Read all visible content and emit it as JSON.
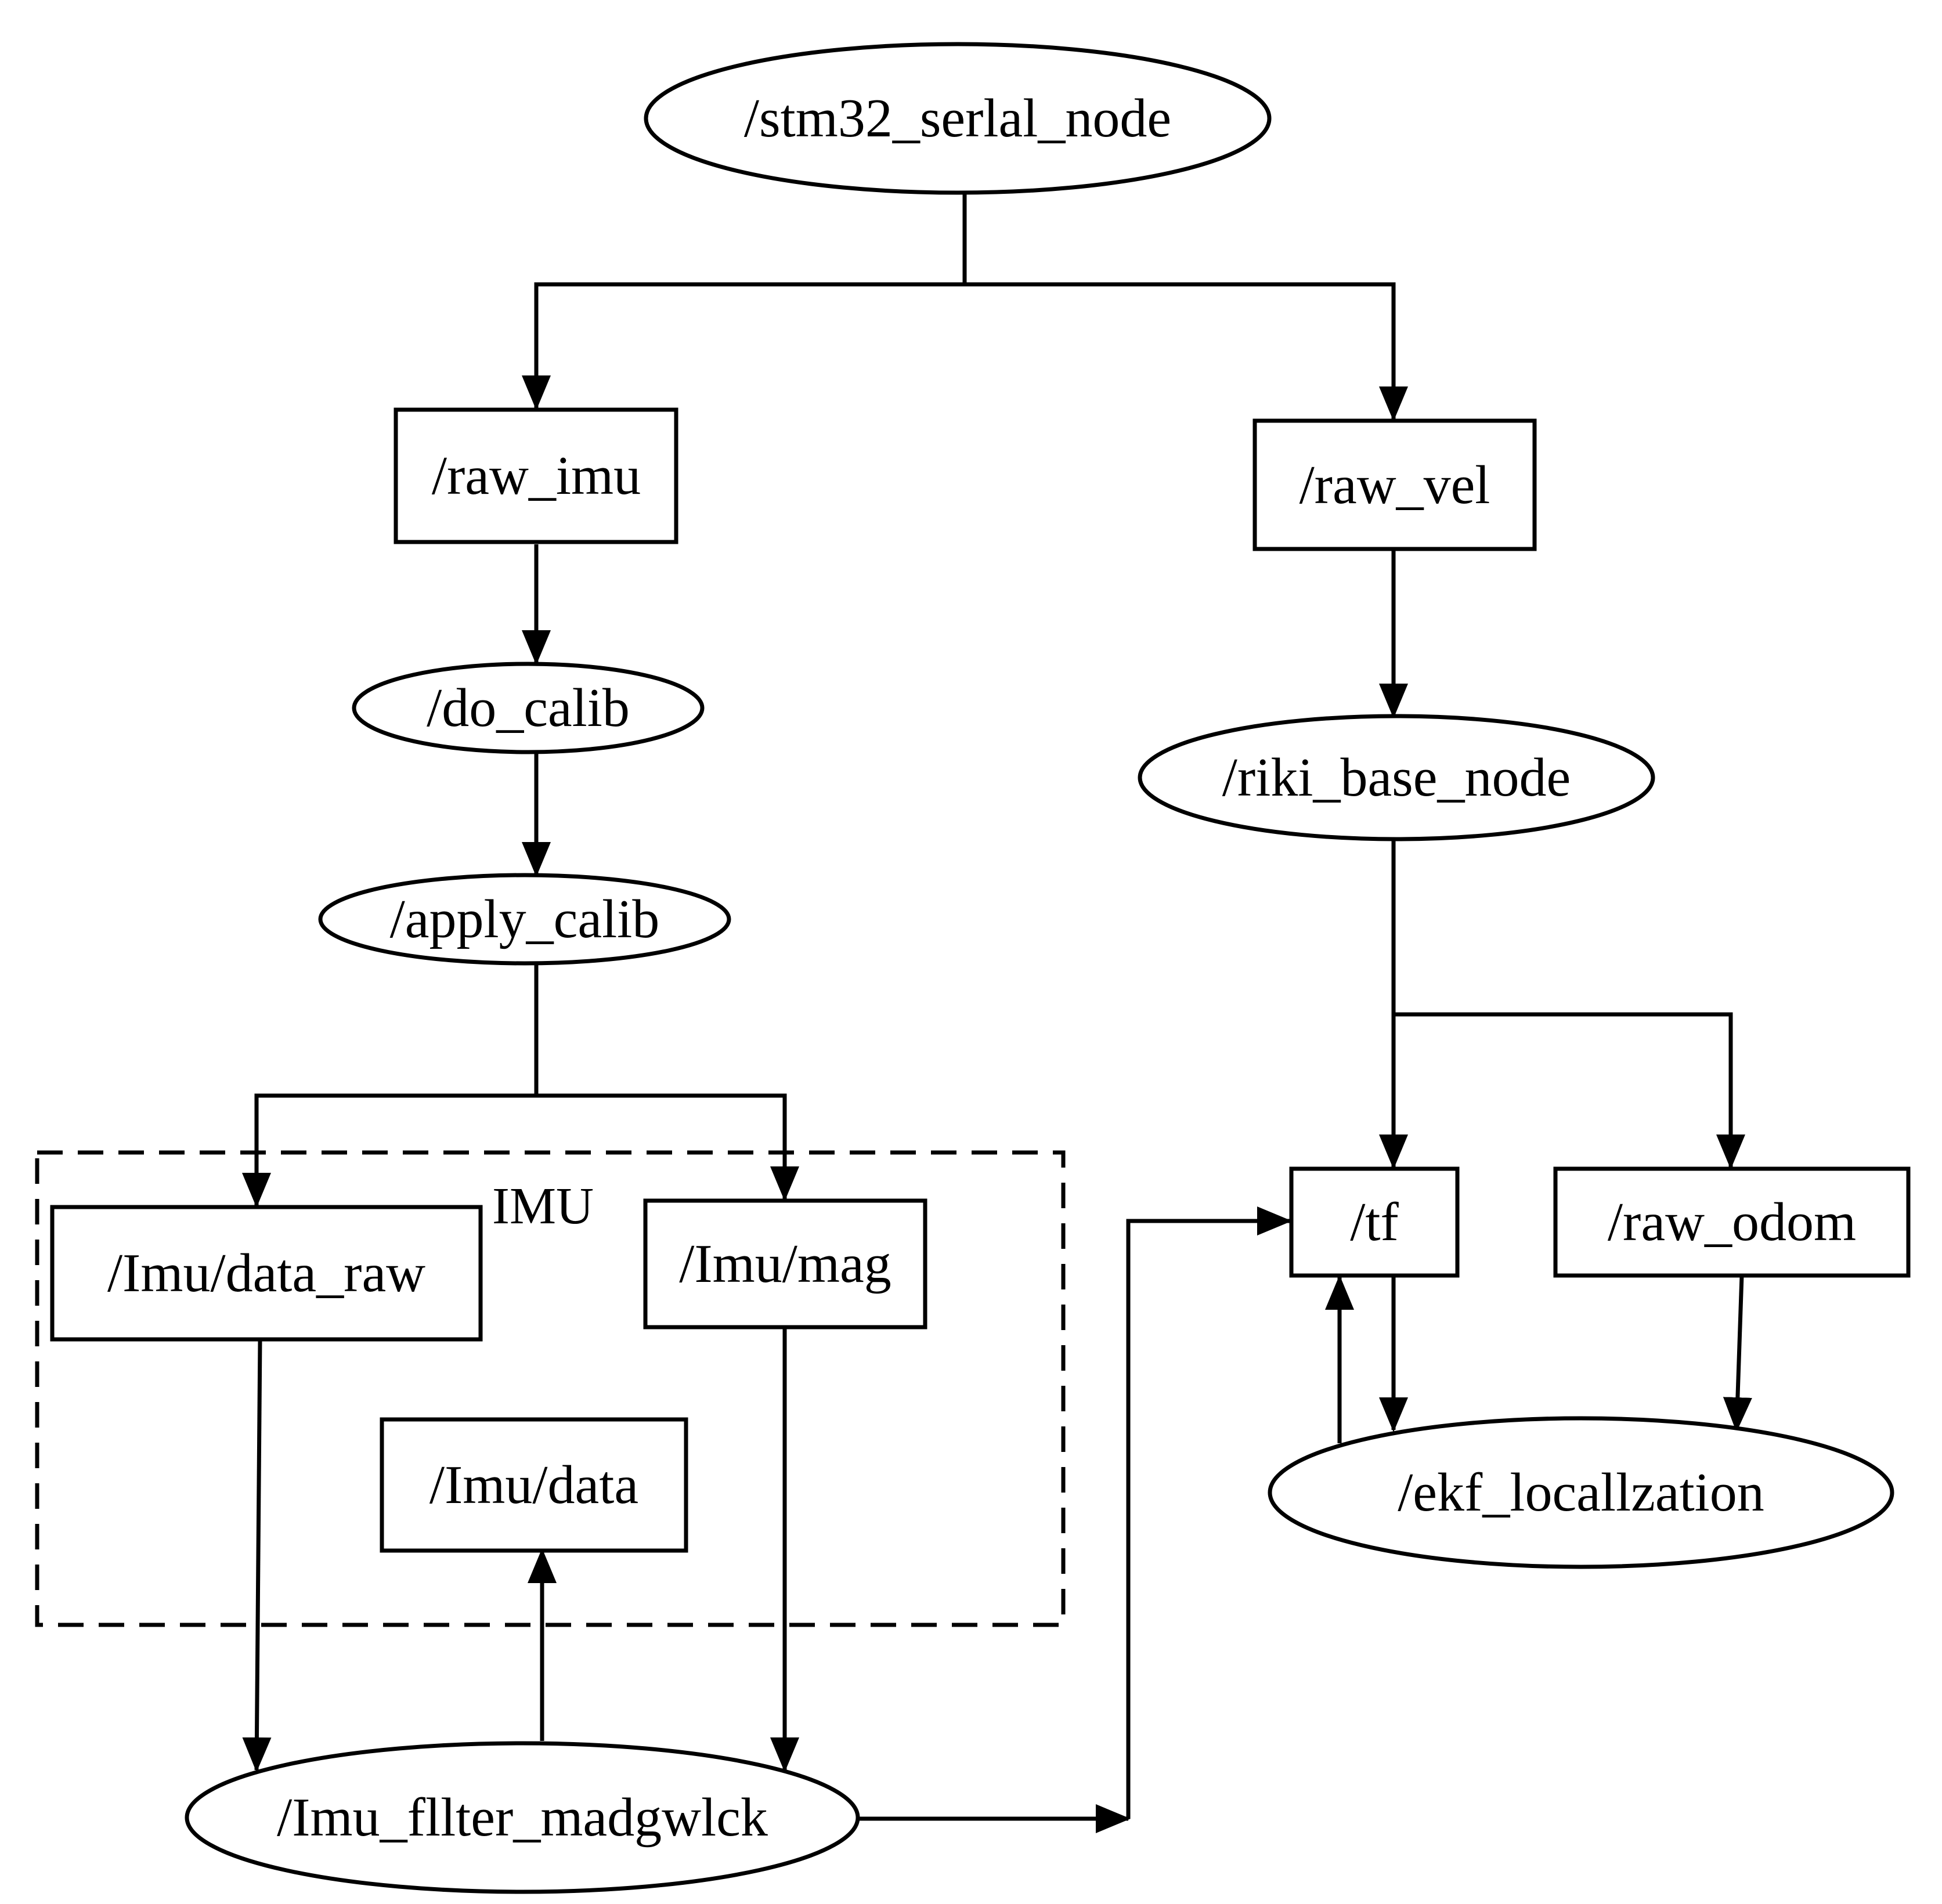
{
  "nodes": {
    "stm32_serial_node": "/stm32_serlal_node",
    "raw_imu": "/raw_imu",
    "raw_vel": "/raw_vel",
    "do_calib": "/do_calib",
    "apply_calib": "/apply_calib",
    "riki_base_node": "/riki_base_node",
    "imu_data_raw": "/Imu/data_raw",
    "imu_mag": "/Imu/mag",
    "imu_data": "/Imu/data",
    "tf": "/tf",
    "raw_odom": "/raw_odom",
    "ekf_localization": "/ekf_locallzation",
    "imu_filter_madgwick": "/Imu_fllter_madgwlck"
  },
  "groups": {
    "imu_group": "IMU"
  },
  "edges": [
    {
      "from": "/stm32_serlal_node",
      "to": "/raw_imu"
    },
    {
      "from": "/stm32_serlal_node",
      "to": "/raw_vel"
    },
    {
      "from": "/raw_imu",
      "to": "/do_calib"
    },
    {
      "from": "/do_calib",
      "to": "/apply_calib"
    },
    {
      "from": "/apply_calib",
      "to": "/Imu/data_raw"
    },
    {
      "from": "/apply_calib",
      "to": "/Imu/mag"
    },
    {
      "from": "/Imu/data_raw",
      "to": "/Imu_fllter_madgwlck"
    },
    {
      "from": "/Imu/mag",
      "to": "/Imu_fllter_madgwlck"
    },
    {
      "from": "/Imu_fllter_madgwlck",
      "to": "/Imu/data"
    },
    {
      "from": "/Imu_fllter_madgwlck",
      "to": "/tf"
    },
    {
      "from": "/raw_vel",
      "to": "/riki_base_node"
    },
    {
      "from": "/riki_base_node",
      "to": "/tf"
    },
    {
      "from": "/riki_base_node",
      "to": "/raw_odom"
    },
    {
      "from": "/tf",
      "to": "/ekf_locallzation"
    },
    {
      "from": "/ekf_locallzation",
      "to": "/tf"
    },
    {
      "from": "/raw_odom",
      "to": "/ekf_locallzation"
    }
  ]
}
